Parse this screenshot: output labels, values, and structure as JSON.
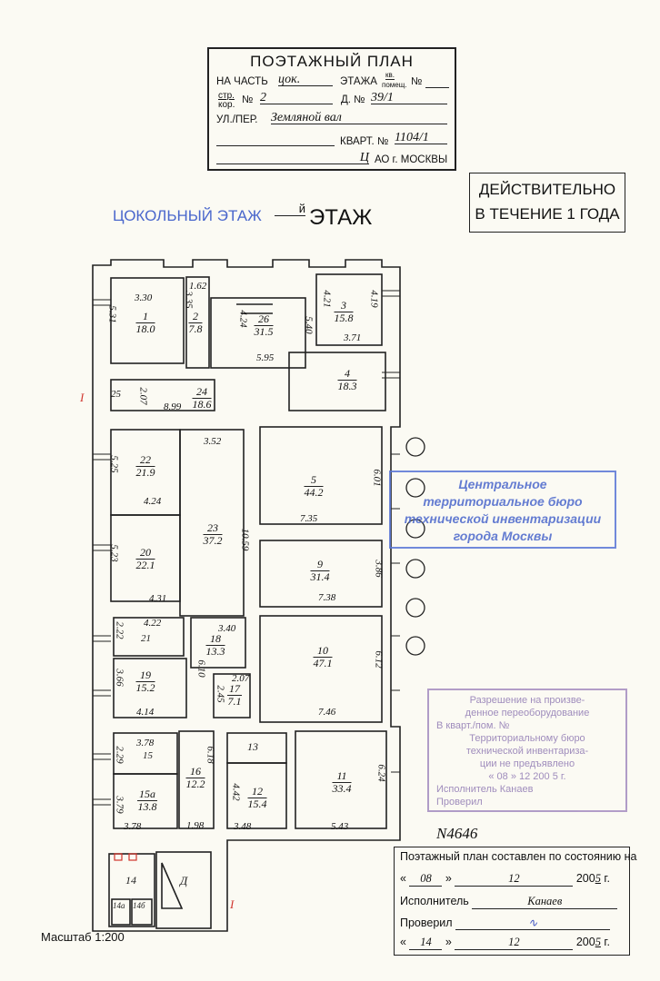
{
  "header": {
    "title": "ПОЭТАЖНЫЙ ПЛАН",
    "part_label": "НА ЧАСТЬ",
    "part_value": "цок.",
    "floor_label": "ЭТАЖА",
    "kv": "кв.",
    "pomesh": "помещ.",
    "no_label": "№",
    "str_label": "стр.",
    "kor_label": "кор.",
    "str_no_label": "№",
    "str_no_value": "2",
    "house_label": "Д. №",
    "house_value": "39/1",
    "street_label": "УЛ./ПЕР.",
    "street_value": "Земляной вал",
    "kvart_label": "КВАРТ. №",
    "kvart_value": "1104/1",
    "ao_value": "Ц",
    "ao_label": "АО г. МОСКВЫ"
  },
  "validity": {
    "line1": "ДЕЙСТВИТЕЛЬНО",
    "line2": "В ТЕЧЕНИЕ 1 ГОДА"
  },
  "floor_title": {
    "stamp": "ЦОКОЛЬНЫЙ ЭТАЖ",
    "suffix": "й",
    "label": "ЭТАЖ"
  },
  "rooms": [
    {
      "no": "1",
      "area": "18.0"
    },
    {
      "no": "2",
      "area": "7.8"
    },
    {
      "no": "26",
      "area": "31.5"
    },
    {
      "no": "3",
      "area": "15.8"
    },
    {
      "no": "4",
      "area": "18.3"
    },
    {
      "no": "24",
      "area": "18.6"
    },
    {
      "no": "22",
      "area": "21.9"
    },
    {
      "no": "20",
      "area": "22.1"
    },
    {
      "no": "23",
      "area": "37.2"
    },
    {
      "no": "5",
      "area": "44.2"
    },
    {
      "no": "9",
      "area": "31.4"
    },
    {
      "no": "10",
      "area": "47.1"
    },
    {
      "no": "19",
      "area": "15.2"
    },
    {
      "no": "18",
      "area": "13.3"
    },
    {
      "no": "17",
      "area": "7.1"
    },
    {
      "no": "15а",
      "area": "13.8"
    },
    {
      "no": "16",
      "area": "12.2"
    },
    {
      "no": "12",
      "area": "15.4"
    },
    {
      "no": "11",
      "area": "33.4"
    }
  ],
  "plain_labels": [
    "13",
    "14",
    "14а",
    "14б",
    "Д",
    "I",
    "I",
    "21",
    "15"
  ],
  "dims": [
    "3.30",
    "5.31",
    "1.62",
    "3.35",
    "4.24",
    "5.40",
    "5.95",
    "4.21",
    "4.19",
    "3.71",
    "2.07",
    "8.99",
    "25",
    "3.52",
    "5.25",
    "4.24",
    "5.23",
    "4.31",
    "10.59",
    "6.01",
    "7.35",
    "3.86",
    "7.38",
    "6.12",
    "7.46",
    "4.22",
    "2.22",
    "3.40",
    "6.10",
    "3.66",
    "4.14",
    "2.07",
    "2.45",
    "3.78",
    "2.29",
    "6.18",
    "3.79",
    "3.78",
    "1.98",
    "4.42",
    "3.48",
    "6.24",
    "5.43"
  ],
  "stamp_blue": {
    "l1": "Центральное",
    "l2": "территориальное бюро",
    "l3": "технической инвентаризации",
    "l4": "города Москвы"
  },
  "stamp_permit": {
    "l1": "Разрешение на произве-",
    "l2": "денное переоборудование",
    "kv": "В кварт./пом. №",
    "l3": "Территориальному бюро",
    "l4": "технической инвентариза-",
    "l5": "ции не предъявлено",
    "date": "« 08 »   12   200 5 г.",
    "exec": "Исполнитель  Канаев",
    "checked": "Проверил"
  },
  "doc_number": "N4646",
  "bottom": {
    "line1": "Поэтажный план составлен по состоянию на",
    "day1": "08",
    "month1": "12",
    "year_prefix1": "200",
    "year1": "5",
    "g1": "г.",
    "exec_label": "Исполнитель",
    "exec_value": "Канаев",
    "checked_label": "Проверил",
    "day2": "14",
    "month2": "12",
    "year_prefix2": "200",
    "year2": "5",
    "g2": "г."
  },
  "scale": "Масштаб 1:200",
  "colors": {
    "stamp_blue": "#4a67cc",
    "stamp_purple": "#8f79b3",
    "marker_red": "#d0342c"
  }
}
